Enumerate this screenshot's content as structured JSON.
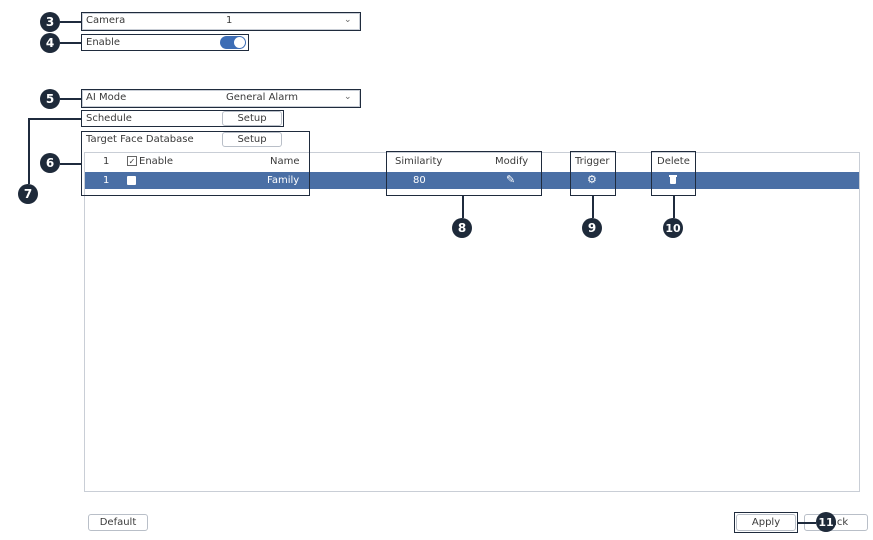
{
  "form": {
    "camera_label": "Camera",
    "camera_value": "1",
    "enable_label": "Enable",
    "enable_on": true,
    "ai_mode_label": "AI Mode",
    "ai_mode_value": "General Alarm",
    "schedule_label": "Schedule",
    "schedule_button": "Setup",
    "target_db_label": "Target Face Database",
    "target_db_button": "Setup"
  },
  "table": {
    "headers": {
      "index": "1",
      "enable": "Enable",
      "name": "Name",
      "similarity": "Similarity",
      "modify": "Modify",
      "trigger": "Trigger",
      "delete": "Delete"
    },
    "rows": [
      {
        "index": "1",
        "enabled": true,
        "name": "Family",
        "similarity": "80"
      }
    ]
  },
  "footer": {
    "default_button": "Default",
    "apply_button": "Apply",
    "back_button": "Back"
  },
  "callouts": {
    "c3": "3",
    "c4": "4",
    "c5": "5",
    "c6": "6",
    "c7": "7",
    "c8": "8",
    "c9": "9",
    "c10": "10",
    "c11": "11"
  },
  "icons": {
    "modify": "pencil-icon",
    "trigger": "gear-icon",
    "delete": "trash-icon"
  },
  "colors": {
    "selected_row": "#4a6fa5",
    "toggle_on": "#3d6db5",
    "callout": "#1e2a3a"
  }
}
